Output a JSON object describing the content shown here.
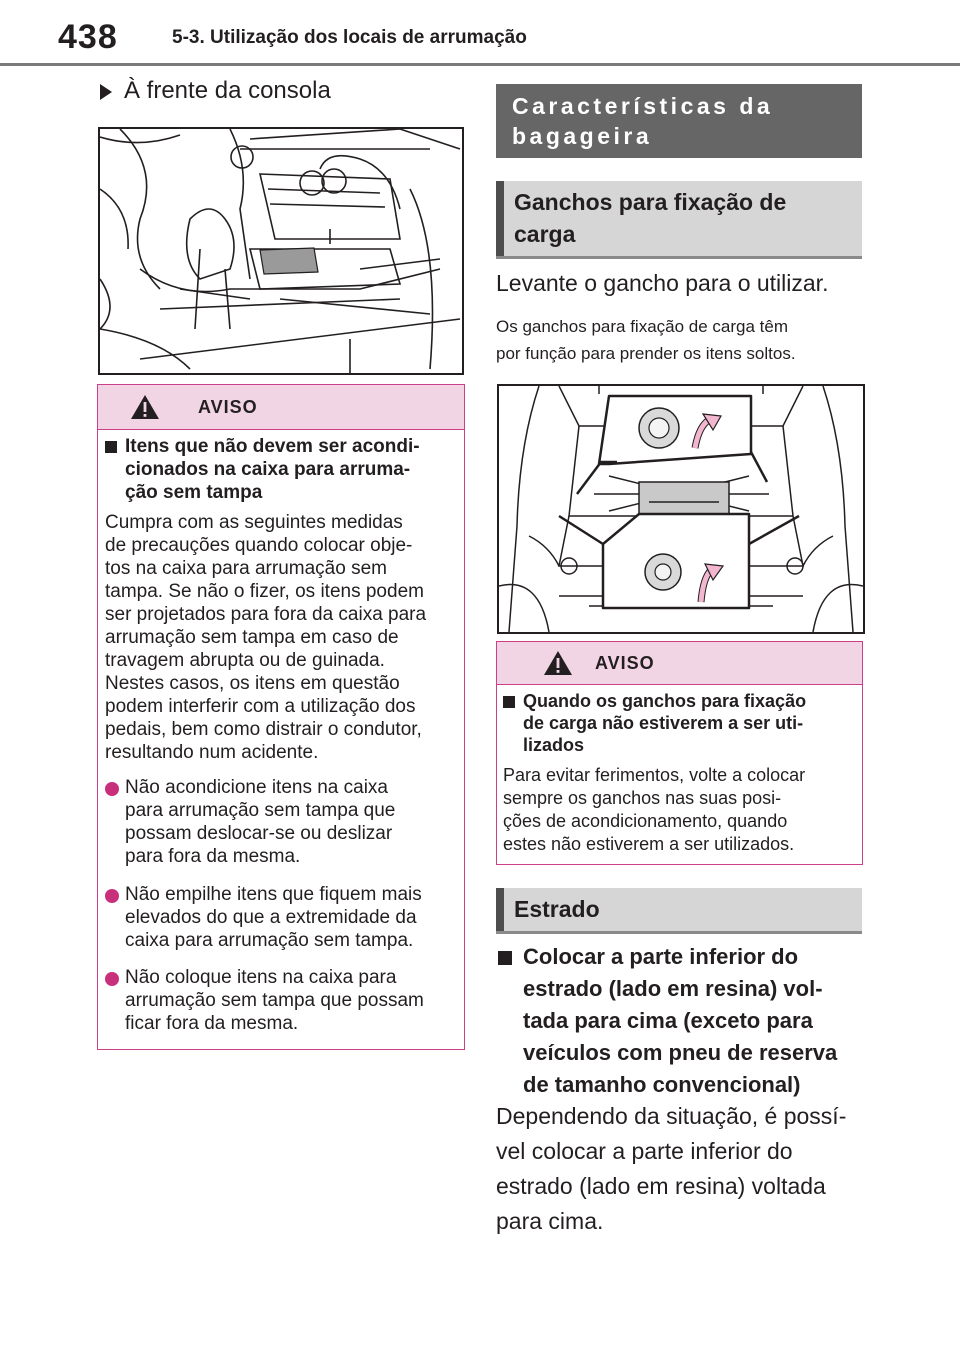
{
  "header": {
    "page_number": "438",
    "section_title": "5-3. Utilização dos locais de arrumação"
  },
  "left": {
    "subtitle": "À frente da consola",
    "warning": {
      "title": "AVISO",
      "heading": [
        "Itens que não devem ser acondi-",
        "cionados na caixa para arruma-",
        "ção sem tampa"
      ],
      "paragraph": [
        "Cumpra com as seguintes medidas",
        "de precauções quando colocar obje-",
        "tos na caixa para arrumação sem",
        "tampa. Se não o fizer, os itens podem",
        "ser projetados para fora da caixa para",
        "arrumação sem tampa em caso de",
        "travagem abrupta ou de guinada.",
        "Nestes casos, os itens em questão",
        "podem interferir com a utilização dos",
        "pedais, bem como distrair o condutor,",
        "resultando num acidente."
      ],
      "bullets": [
        [
          "Não acondicione itens na caixa",
          "para arrumação sem tampa que",
          "possam deslocar-se ou deslizar",
          "para fora da mesma."
        ],
        [
          "Não empilhe itens que fiquem mais",
          "elevados do que a extremidade da",
          "caixa para arrumação sem tampa."
        ],
        [
          "Não coloque itens na caixa para",
          "arrumação sem tampa que possam",
          "ficar fora da mesma."
        ]
      ]
    }
  },
  "right": {
    "section_band": [
      "Características da",
      "bagageira"
    ],
    "sub_band": [
      "Ganchos para fixação de",
      "carga"
    ],
    "instruction": "Levante o gancho para o utilizar.",
    "note": [
      "Os ganchos para fixação de carga têm",
      "por função para prender os itens soltos."
    ],
    "warning": {
      "title": "AVISO",
      "heading": [
        "Quando os ganchos para fixação",
        "de carga não estiverem a ser uti-",
        "lizados"
      ],
      "paragraph": [
        "Para evitar ferimentos, volte a colocar",
        "sempre os ganchos nas suas posi-",
        "ções de acondicionamento, quando",
        "estes não estiverem a ser utilizados."
      ]
    },
    "band_estrado": "Estrado",
    "item_heading": [
      "Colocar a parte inferior do",
      "estrado (lado em resina) vol-",
      "tada para cima (exceto para",
      "veículos com pneu de reserva",
      "de tamanho convencional)"
    ],
    "item_body": [
      "Dependendo da situação, é possí-",
      "vel colocar a parte inferior do",
      "estrado (lado em resina) voltada",
      "para cima."
    ]
  },
  "colors": {
    "warning_border": "#cc3f8a",
    "warning_header_bg": "#f2d5e4",
    "bullet_dot": "#c9307c",
    "dark_band": "#666666",
    "grey_band": "#d6d6d6"
  },
  "icons": [
    "warning-triangle-icon",
    "right-arrow-bullet-icon",
    "square-bullet-icon",
    "circle-bullet-icon"
  ]
}
